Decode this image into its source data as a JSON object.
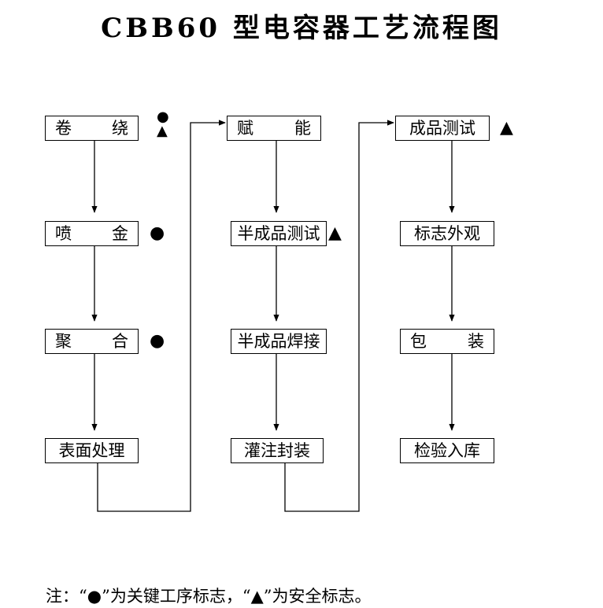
{
  "title": "CBB60 型电容器工艺流程图",
  "symbols": {
    "key": "●",
    "safety": "▲"
  },
  "col1": {
    "s1": [
      "卷",
      "绕"
    ],
    "s2": [
      "喷",
      "金"
    ],
    "s3": [
      "聚",
      "合"
    ],
    "s4": "表面处理"
  },
  "col2": {
    "s1": [
      "赋",
      "能"
    ],
    "s2": "半成品测试",
    "s3": "半成品焊接",
    "s4": "灌注封装"
  },
  "col3": {
    "s1": "成品测试",
    "s2": "标志外观",
    "s3": [
      "包",
      "装"
    ],
    "s4": "检验入库"
  },
  "note": {
    "prefix": "注：“",
    "mid": "”为关键工序标志，“",
    "suffix": "”为安全标志。"
  }
}
